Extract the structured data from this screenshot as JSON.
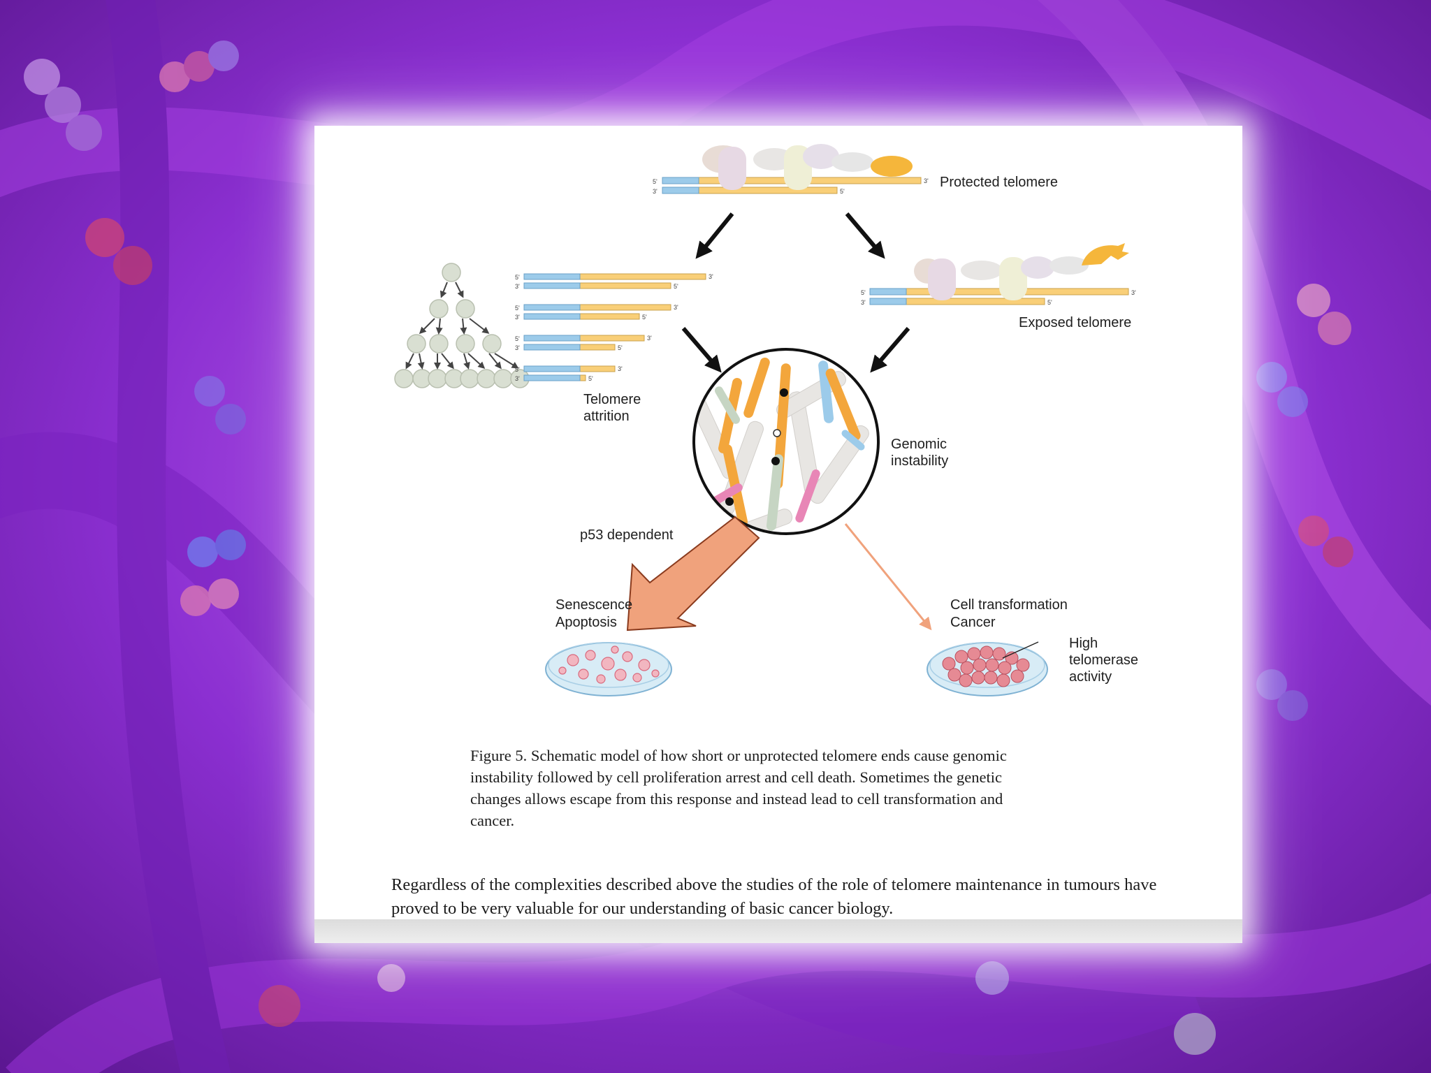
{
  "slide": {
    "background_colors": {
      "dark": "#5a168f",
      "mid": "#8b2fd1",
      "light": "#c46cf2"
    }
  },
  "diagram": {
    "labels": {
      "protected_telomere": "Protected telomere",
      "exposed_telomere": "Exposed telomere",
      "telomere_attrition_1": "Telomere",
      "telomere_attrition_2": "attrition",
      "genomic_instability_1": "Genomic",
      "genomic_instability_2": "instability",
      "p53_dependent": "p53 dependent",
      "senescence": "Senescence",
      "apoptosis": "Apoptosis",
      "cell_transformation": "Cell transformation",
      "cancer": "Cancer",
      "high_1": "High",
      "high_2": "telomerase",
      "high_3": "activity"
    },
    "strand_ends": {
      "five_prime": "5'",
      "three_prime": "3'"
    },
    "colors": {
      "telomere_strand": "#f9cf78",
      "dna_strand": "#9ccbea",
      "cell": "#d9dfd2",
      "p53_arrow": "#f0a27c",
      "dish_fill": "#d8ecf6",
      "cancer_cell": "#e68a94"
    }
  },
  "caption": "Figure 5. Schematic model of how short or unprotected telomere ends cause genomic instability followed by cell proliferation arrest and cell death. Sometimes the genetic changes allows escape from this response and instead lead to cell transformation and cancer.",
  "body_text": "Regardless of the complexities described above the studies of the role of telomere maintenance in tumours have proved to be very valuable for our understanding of basic cancer biology."
}
